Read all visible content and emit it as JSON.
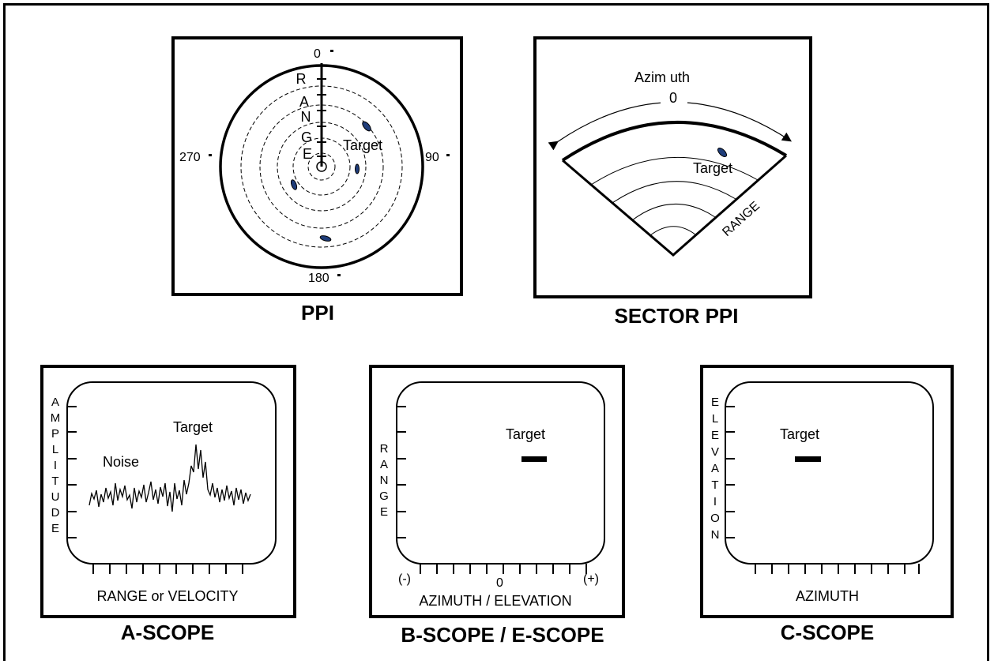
{
  "colors": {
    "line": "#000000",
    "blip": "#1f3d7a",
    "background": "#ffffff"
  },
  "ppi": {
    "caption": "PPI",
    "bearings": {
      "north": "0",
      "east": "90",
      "south": "180",
      "west": "270"
    },
    "range_letters": [
      "R",
      "A",
      "N",
      "G",
      "E"
    ],
    "target_label": "Target"
  },
  "sector_ppi": {
    "caption": "SECTOR PPI",
    "azimuth_label": "Azim uth",
    "zero_label": "0",
    "target_label": "Target",
    "range_label": "RANGE"
  },
  "a_scope": {
    "caption": "A-SCOPE",
    "y_letters": [
      "A",
      "M",
      "P",
      "L",
      "I",
      "T",
      "U",
      "D",
      "E"
    ],
    "noise_label": "Noise",
    "target_label": "Target",
    "x_label": "RANGE or VELOCITY"
  },
  "b_scope": {
    "caption": "B-SCOPE / E-SCOPE",
    "y_letters": [
      "R",
      "A",
      "N",
      "G",
      "E"
    ],
    "target_label": "Target",
    "minus_label": "(-)",
    "zero_label": "0",
    "plus_label": "(+)",
    "x_label": "AZIMUTH / ELEVATION"
  },
  "c_scope": {
    "caption": "C-SCOPE",
    "y_letters": [
      "E",
      "L",
      "E",
      "V",
      "A",
      "T",
      "I",
      "O",
      "N"
    ],
    "target_label": "Target",
    "x_label": "AZIMUTH"
  }
}
